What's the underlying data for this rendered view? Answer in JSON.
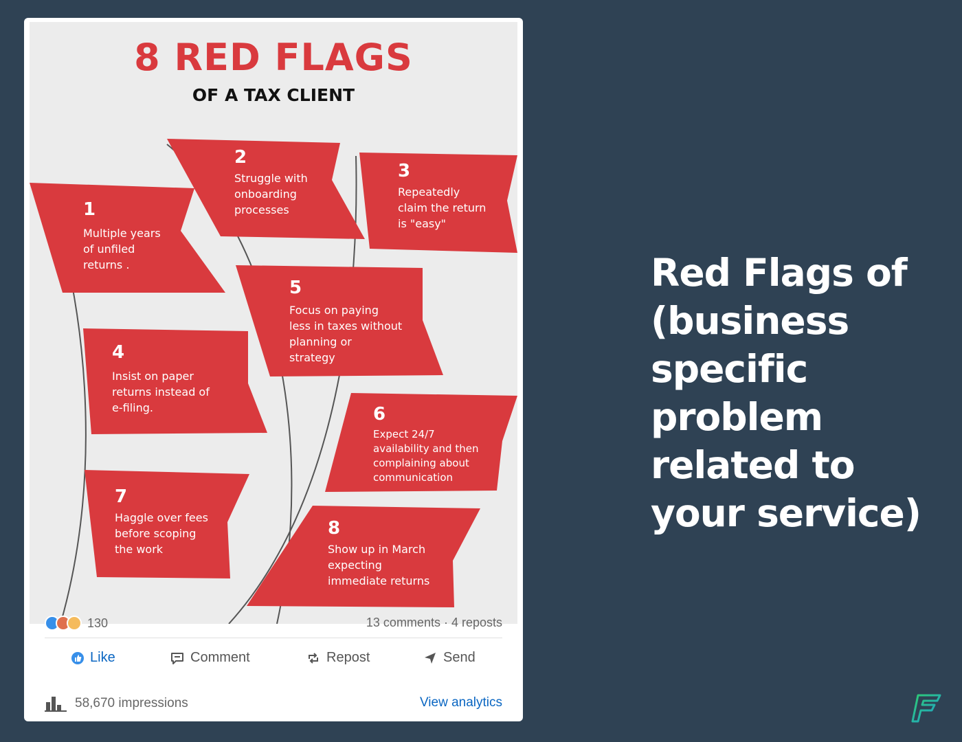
{
  "infographic": {
    "title": "8 RED FLAGS",
    "subtitle": "OF A TAX CLIENT",
    "flag_color": "#d93a3e",
    "flags": [
      {
        "num": "1",
        "lines": [
          "Multiple years",
          "of unfiled",
          "returns ."
        ]
      },
      {
        "num": "2",
        "lines": [
          "Struggle with",
          "onboarding",
          "processes"
        ]
      },
      {
        "num": "3",
        "lines": [
          "Repeatedly",
          "claim the return",
          "is \"easy\""
        ]
      },
      {
        "num": "4",
        "lines": [
          "Insist on paper",
          "returns instead of",
          "e-filing."
        ]
      },
      {
        "num": "5",
        "lines": [
          "Focus on paying",
          "less in taxes without",
          "planning or",
          "strategy"
        ]
      },
      {
        "num": "6",
        "lines": [
          "Expect 24/7",
          "availability and then",
          "complaining about",
          "communication"
        ]
      },
      {
        "num": "7",
        "lines": [
          "Haggle over fees",
          "before scoping",
          "the work"
        ]
      },
      {
        "num": "8",
        "lines": [
          "Show up in March",
          "expecting",
          "immediate returns"
        ]
      }
    ]
  },
  "post": {
    "reaction_count": "130",
    "reaction_icons": [
      "like-reaction-icon",
      "love-reaction-icon",
      "insightful-reaction-icon"
    ],
    "comments_reposts": "13 comments · 4 reposts",
    "actions": {
      "like": "Like",
      "comment": "Comment",
      "repost": "Repost",
      "send": "Send"
    },
    "impressions": "58,670 impressions",
    "view_analytics": "View analytics"
  },
  "headline": "Red Flags of (business specific problem related to your service)",
  "colors": {
    "background": "#2f4254",
    "accent_blue": "#0a66c2",
    "logo_green": "#2ecc71"
  }
}
